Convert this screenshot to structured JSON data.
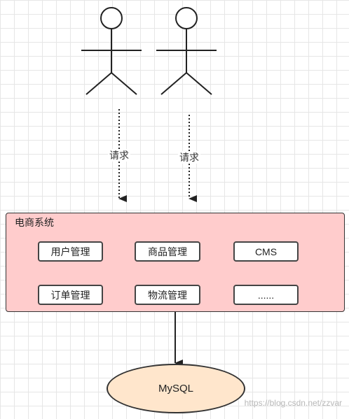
{
  "diagram": {
    "actors": [
      {
        "request_label": "请求"
      },
      {
        "request_label": "请求"
      }
    ],
    "system": {
      "title": "电商系统",
      "modules": [
        "用户管理",
        "商品管理",
        "CMS",
        "订单管理",
        "物流管理",
        "......"
      ]
    },
    "database": {
      "label": "MySQL"
    },
    "watermark": "https://blog.csdn.net/zzvar"
  },
  "colors": {
    "system_fill": "#ffcccc",
    "database_fill": "#ffe6cc",
    "line": "#222222"
  }
}
